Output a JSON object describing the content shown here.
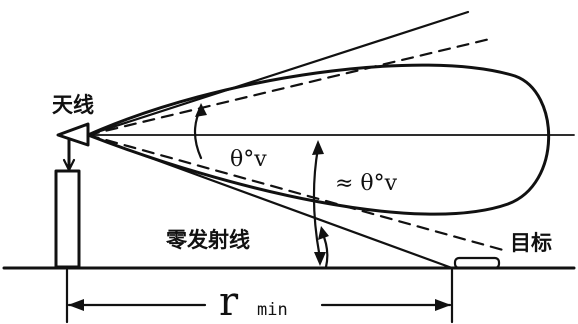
{
  "labels": {
    "antenna": "天线",
    "theta_inner": "θ°v",
    "theta_outer": "≈ θ°v",
    "zero_line": "零发射线",
    "target": "目标",
    "r_main": "r",
    "r_sub": "min"
  },
  "colors": {
    "ink": "#111111",
    "background": "#ffffff"
  }
}
